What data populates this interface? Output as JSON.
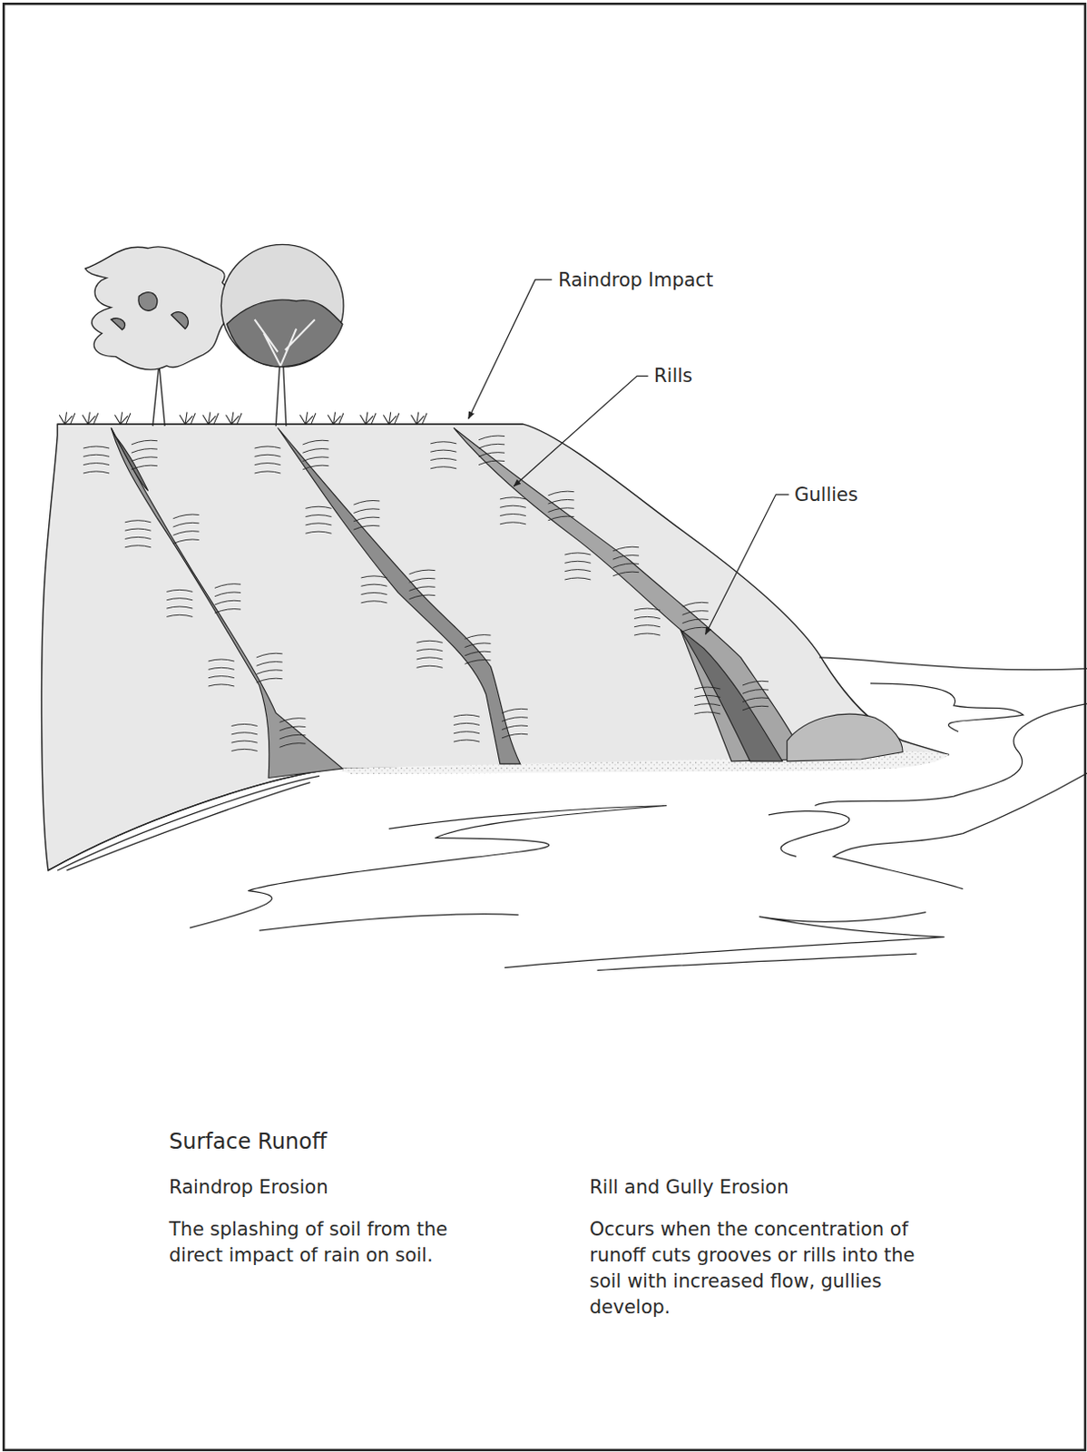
{
  "diagram": {
    "title": "Surface Runoff",
    "labels": [
      "Raindrop Impact",
      "Rills",
      "Gullies",
      "Raindrop Erosion",
      "The splashing of soil from the direct impact of rain on soil.",
      "Rill and Gully Erosion",
      "Occurs when the concentration of runoff cuts grooves or rills into the soil with increased flow, gullies develop."
    ]
  }
}
